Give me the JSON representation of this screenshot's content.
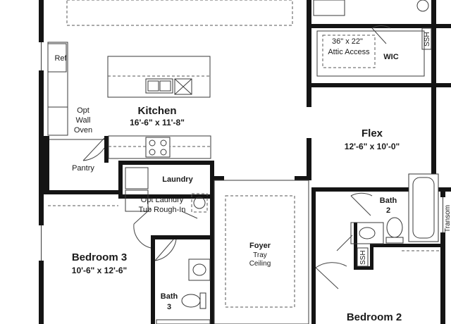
{
  "labels": {
    "ref": "Ref",
    "attic": "36\" x 22\"",
    "attic2": "Attic Access",
    "wic": "WIC",
    "ssh1": "SSH",
    "kitchen": "Kitchen",
    "kitchen_dim": "16'-6\" x 11'-8\"",
    "opt_wall_oven1": "Opt",
    "opt_wall_oven2": "Wall",
    "opt_wall_oven3": "Oven",
    "flex": "Flex",
    "flex_dim": "12'-6\" x 10'-0\"",
    "pantry": "Pantry",
    "laundry": "Laundry",
    "opt_laundry1": "Opt Laundry",
    "opt_laundry2": "Tub Rough-In",
    "bath2_a": "Bath",
    "bath2_b": "2",
    "transom": "Transom",
    "foyer": "Foyer",
    "foyer_tray1": "Tray",
    "foyer_tray2": "Ceiling",
    "ssh2": "SSH",
    "bedroom3": "Bedroom 3",
    "bedroom3_dim": "10'-6\" x 12'-6\"",
    "bath3_a": "Bath",
    "bath3_b": "3",
    "bedroom2": "Bedroom 2"
  }
}
